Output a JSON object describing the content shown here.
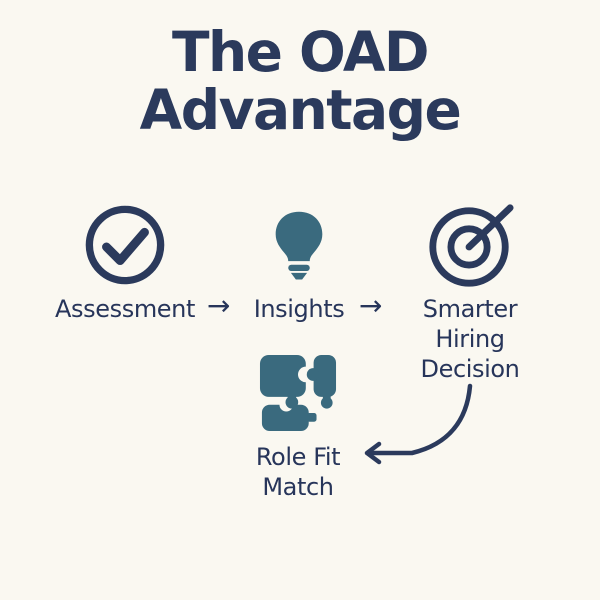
{
  "title": {
    "line1": "The OAD",
    "line2": "Advantage"
  },
  "flow": {
    "arrow_symbol": "→",
    "steps": [
      {
        "label": "Assessment",
        "icon": "check-circle-icon"
      },
      {
        "label": "Insights",
        "icon": "lightbulb-icon"
      },
      {
        "label": "Smarter Hiring Decision",
        "icon": "target-icon"
      }
    ]
  },
  "outcome": {
    "label": "Role Fit Match",
    "icon": "puzzle-icon"
  },
  "colors": {
    "background": "#FAF8F1",
    "navy": "#2B3A5C",
    "teal": "#3A6A7E"
  }
}
